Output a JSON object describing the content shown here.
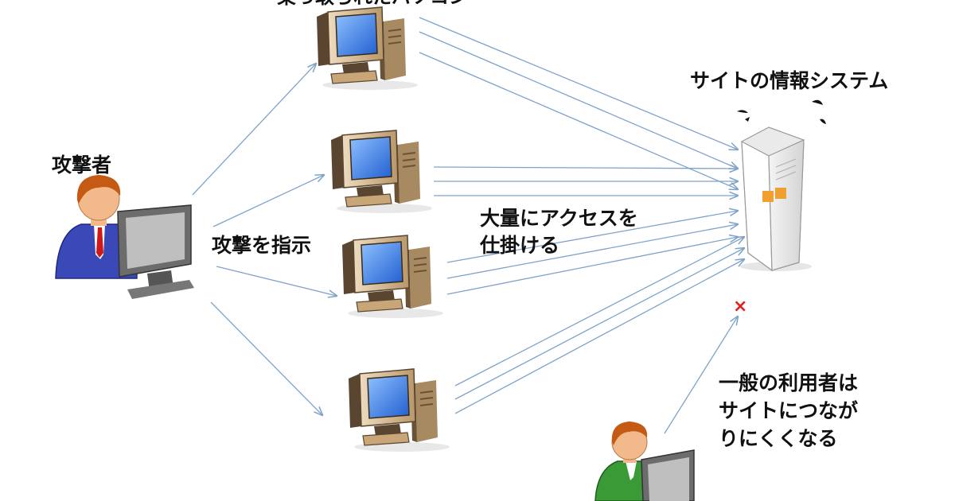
{
  "diagram": {
    "top_label": "乗っ取られたパソコン",
    "attacker_label": "攻撃者",
    "instruct_label": "攻撃を指示",
    "mass_access_label": [
      "大量にアクセスを",
      "仕掛ける"
    ],
    "site_label": "サイトの情報システム",
    "blocked_mark": "×",
    "user_label": [
      "一般の利用者は",
      "サイトにつなが",
      "りにくくなる"
    ]
  },
  "colors": {
    "arrow": "#7fa3c8",
    "attacker_suit": "#3a48b8",
    "user_shirt": "#3a9a35",
    "skin": "#f2b98a",
    "hair": "#c45a14",
    "pc_beige": "#d2b48c",
    "pc_dark": "#4a3a26",
    "screen": "#3d7fe0",
    "blocked": "#e02020"
  },
  "icons": [
    "attacker-person-icon",
    "pc-icon",
    "server-icon",
    "user-person-icon",
    "sweat-icon"
  ]
}
